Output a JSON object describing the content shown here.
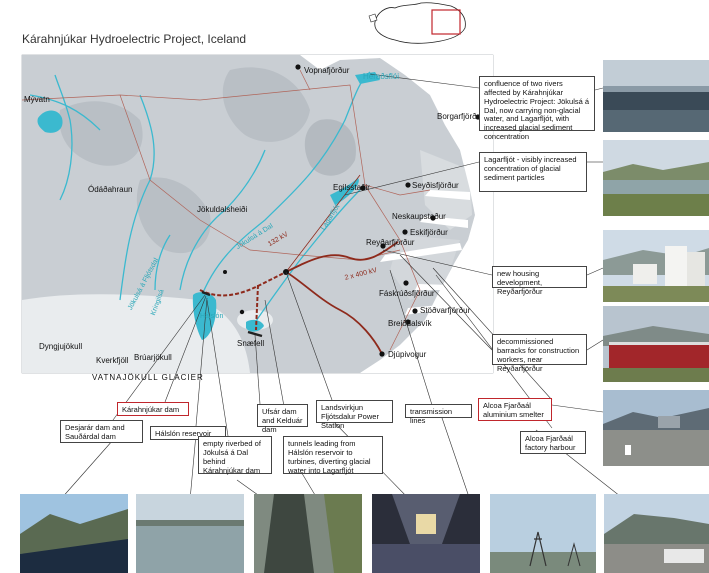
{
  "title": "Kárahnjúkar Hydroelectric Project, Iceland",
  "places": {
    "vopnafjordur": "Vopnafjörður",
    "heradsfloi": "Héraðsflói",
    "myvatn": "Mývatn",
    "borgarfjordur": "Borgarfjörður",
    "odadahraun": "Ódáðahraun",
    "egilsstadir": "Egilsstaðir",
    "seydisfjordur": "Seyðisfjörður",
    "jokuldalsheidi": "Jökuldalsheiði",
    "neskaupstadur": "Neskaupstaður",
    "eskifjordur": "Eskifjörður",
    "reydarfjordur": "Reyðarfjörður",
    "jokulsa_dal": "Jökulsá á Dal",
    "lagarfljot": "Lagarfljót",
    "kv132": "132 kV",
    "kv2x400": "2 x 400 kV",
    "jokulsa_fljotsdal": "Jökulsá á Fljótsdal",
    "kringilsa": "Kringilsá",
    "halslon": "Hálslón",
    "faskrudsfjordur": "Fáskrúðsfjörður",
    "stodvarfjordur": "Stöðvarfjörður",
    "breiddalsvik": "Breiðdalsvík",
    "dyngjujokull": "Dyngjujökull",
    "kverkfjoll": "Kverkfjöll",
    "bruarjokull": "Brúarjökull",
    "snaefell": "Snæfell",
    "djupivogur": "Djúpivogur",
    "vatnajokull": "VATNAJÖKULL GLACIER"
  },
  "callouts": {
    "confluence": "confluence of two rivers affected by Kárahnjúkar Hydroelectric Project: Jökulsá á Dal, now carrying non-glacial water, and Lagarfljót, with increased glacial sediment concentration",
    "lagarfljot": "Lagarfljót - visibly increased concentration of glacial sediment particles",
    "housing": "new housing development, Reyðarfjörður",
    "barracks": "decommissioned barracks for construction workers, near Reyðarfjörður",
    "smelter": "Alcoa Fjarðaál aluminium smelter",
    "harbour": "Alcoa Fjarðaál factory harbour",
    "desjarar": "Desjarár dam and Sauðárdal dam",
    "karahnjukar": "Kárahnjúkar dam",
    "halslon": "Hálslón reservoir",
    "riverbed": "empty riverbed of Jökulsá á Dal behind Kárahnjúkar dam",
    "ufsar": "Ufsár dam and Kelduár dam",
    "tunnels": "tunnels leading from Hálslón reservoir to turbines, diverting glacial water into Lagarfljót",
    "landsvirkjun": "Landsvirkjun Fljótsdalur Power Station",
    "transmission": "transmission lines"
  },
  "colors": {
    "water": "#3bb9cf",
    "land": "#c9ced3",
    "glacier": "#e4e7ea",
    "roads": "#b0655a",
    "power": "#8e2a1c",
    "highlight": "#c0262c"
  }
}
